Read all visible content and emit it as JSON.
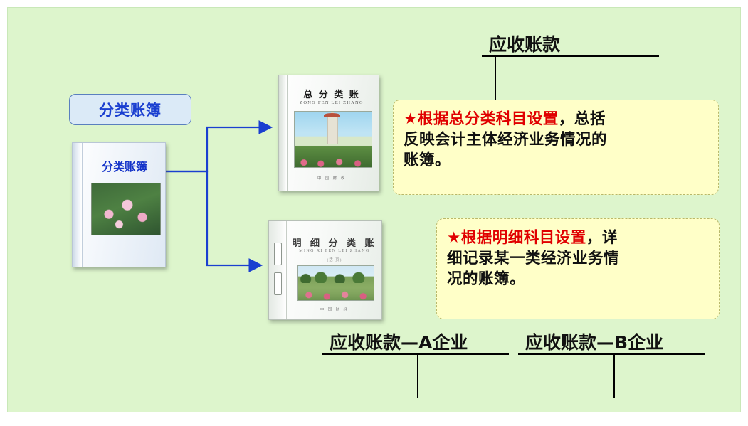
{
  "slide": {
    "background_color": "#ddf5cc",
    "page_background": "#ffffff"
  },
  "label_box": {
    "text": "分类账簿",
    "text_color": "#1a3fd0",
    "fill_color": "#dbeaf7",
    "border_color": "#5a7fbf"
  },
  "books": [
    {
      "name": "ledger-book-left",
      "title": "分类账簿",
      "subtitle": "",
      "footer": "",
      "cover_image": "lotus-flowers-photo"
    },
    {
      "name": "general-ledger-book",
      "title": "总 分 类 账",
      "subtitle": "ZONG FEN LEI ZHANG",
      "footer": "中 国 财 政",
      "cover_image": "tower-and-flowerbed-photo"
    },
    {
      "name": "subsidiary-ledger-book",
      "title": "明 细 分 类 账",
      "subtitle": "MING XI FEN LEI ZHANG",
      "subtitle2": "(活 页)",
      "footer": "中 国 财 经",
      "cover_image": "garden-flowers-photo"
    }
  ],
  "callouts": [
    {
      "name": "general-ledger-callout",
      "star": "★",
      "line1": "根据总分类科目设置",
      "comma": "，",
      "line1b": "总括",
      "line2": "反映会计主体经济业务情况的",
      "line3": "账簿。",
      "red_color": "#e00000",
      "fill_color": "#ffffc8",
      "border_color": "#b8b86a"
    },
    {
      "name": "subsidiary-ledger-callout",
      "star": "★",
      "line1": "根据明细科目设置",
      "comma": "，",
      "line1b": "详",
      "line2": "细记录某一类经济业务情",
      "line3": "况的账簿。",
      "red_color": "#e00000",
      "fill_color": "#ffffc8",
      "border_color": "#b8b86a"
    }
  ],
  "headings": {
    "top": "应收账款",
    "bottom_left": "应收账款—A企业",
    "bottom_right": "应收账款—B企业"
  },
  "connectors": {
    "color": "#1a3fd0",
    "description": "elbow arrows from left ledger book to general ledger and subsidiary ledger books"
  }
}
